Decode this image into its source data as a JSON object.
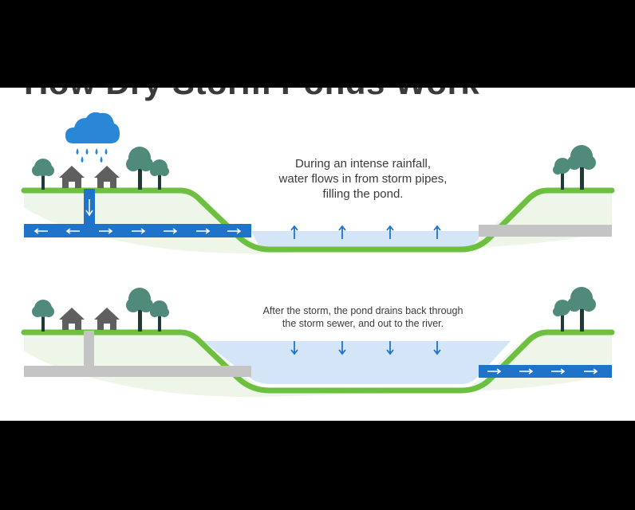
{
  "title": "How Dry Storm Ponds Work",
  "captions": {
    "rainfall": [
      "During an intense rainfall,",
      "water flows in from storm pipes,",
      "filling the pond."
    ],
    "drain": [
      "After the storm, the pond drains back through",
      "the storm sewer, and out to the river."
    ]
  },
  "colors": {
    "frame": "#000000",
    "background": "#ffffff",
    "grass": "#6cbf3f",
    "hill_fill": "#eef6e9",
    "water": "#d4e5f7",
    "pipe_water": "#1f73c9",
    "pipe_empty": "#c4c4c4",
    "arrow": "#1f73c9",
    "house": "#5f5f5f",
    "tree": "#4f8a7a",
    "trunk": "#1f3d36",
    "cloud": "#2a86d7",
    "text": "#3a3a3a"
  },
  "icons": [
    "cloud-icon",
    "raindrop-icon",
    "house-icon",
    "tree-icon",
    "arrow-icon"
  ]
}
